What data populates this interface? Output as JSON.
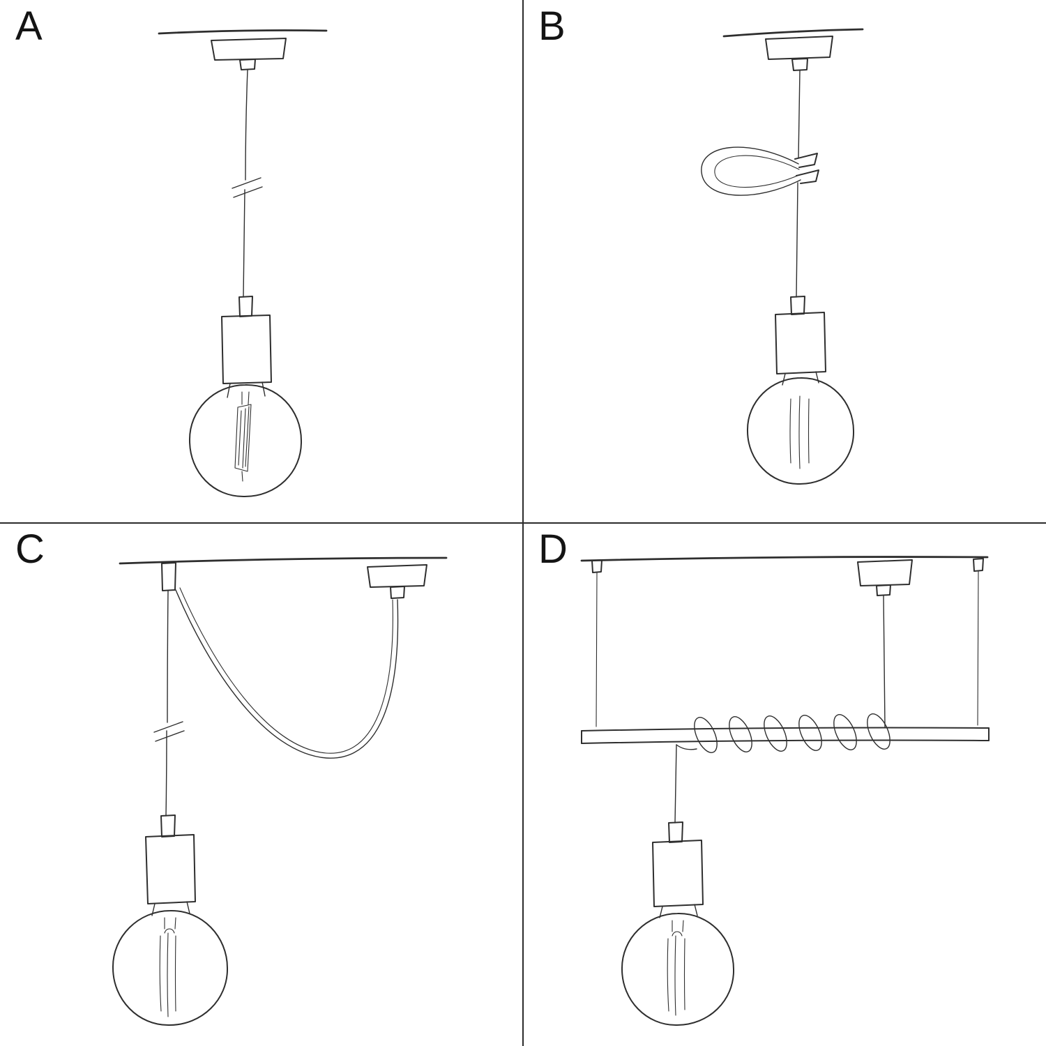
{
  "colors": {
    "background": "#ffffff",
    "ink": "#2e2e2e",
    "divider": "#2b2b2b"
  },
  "panels": [
    {
      "label": "A",
      "drawing": "pendant-straight-drop-sketch"
    },
    {
      "label": "B",
      "drawing": "pendant-with-cable-clip-loop-sketch"
    },
    {
      "label": "C",
      "drawing": "pendant-swag-two-point-sketch"
    },
    {
      "label": "D",
      "drawing": "pendant-wrapped-on-suspended-bar-sketch"
    }
  ]
}
